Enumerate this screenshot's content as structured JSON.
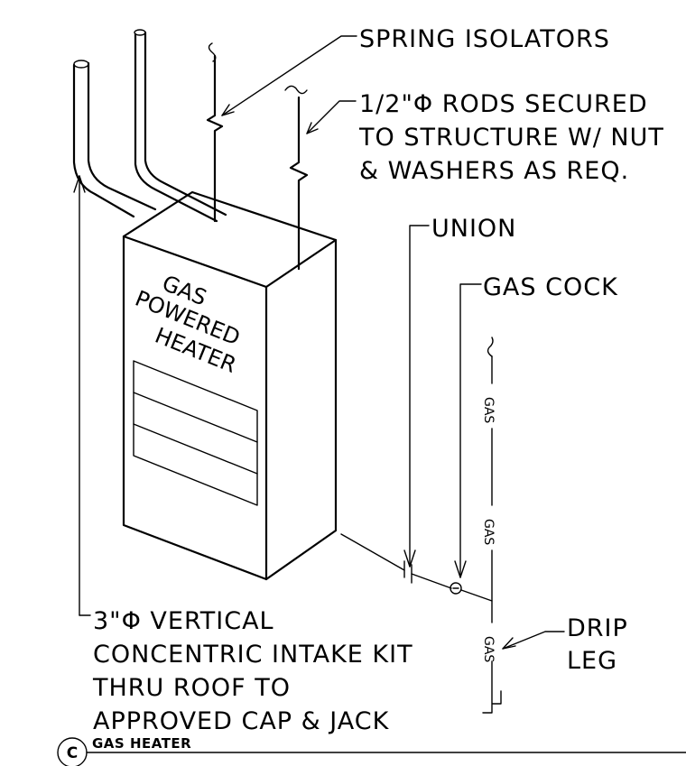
{
  "labels": {
    "spring_isolators": "SPRING ISOLATORS",
    "rods_line1": "1/2\"Φ RODS SECURED",
    "rods_line2": "TO STRUCTURE W/ NUT",
    "rods_line3": "& WASHERS AS REQ.",
    "union": "UNION",
    "gas_cock": "GAS COCK",
    "drip_line1": "DRIP",
    "drip_line2": "LEG",
    "intake_line1": "3\"Φ VERTICAL",
    "intake_line2": "CONCENTRIC INTAKE KIT",
    "intake_line3": "THRU ROOF TO",
    "intake_line4": "APPROVED CAP & JACK"
  },
  "heater": {
    "line1": "GAS",
    "line2": "POWERED",
    "line3": "HEATER"
  },
  "gas_line_labels": [
    "GAS",
    "GAS",
    "GAS"
  ],
  "detail": {
    "tag": "C",
    "title": "GAS HEATER"
  }
}
